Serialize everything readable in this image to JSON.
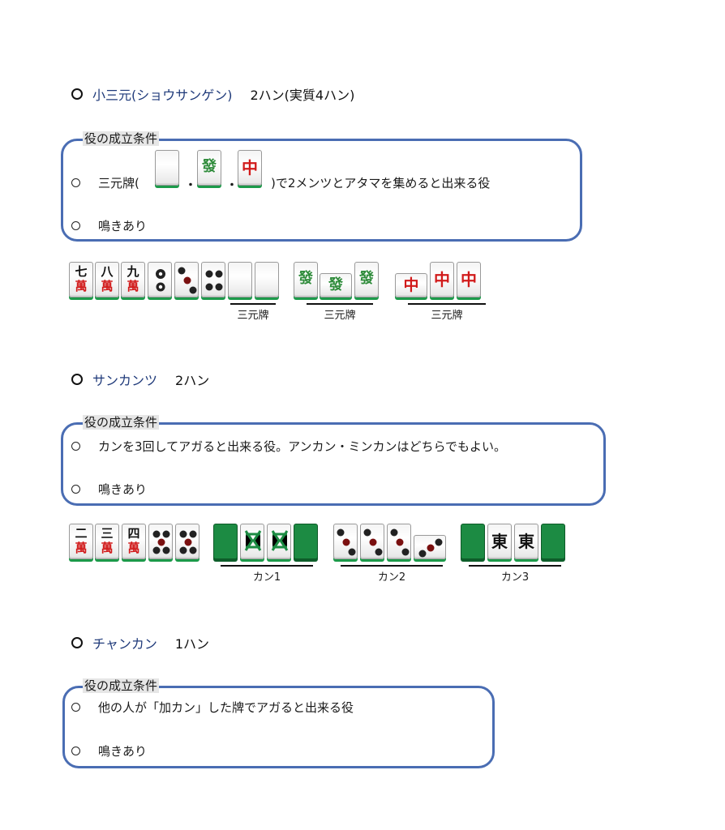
{
  "sections": [
    {
      "name": "小三元(ショウサンゲン)",
      "han": "2ハン(実質4ハン)",
      "cond_title": "役の成立条件",
      "cond_line1_prefix": "三元牌(",
      "cond_line1_suffix": ")で2メンツとアタマを集めると出来る役",
      "cond_line2": "鳴きあり",
      "labels": [
        "三元牌",
        "三元牌",
        "三元牌"
      ]
    },
    {
      "name": "サンカンツ",
      "han": "2ハン",
      "cond_title": "役の成立条件",
      "cond_line1": "カンを3回してアガると出来る役。アンカン・ミンカンはどちらでもよい。",
      "cond_line2": "鳴きあり",
      "labels": [
        "カン1",
        "カン2",
        "カン3"
      ]
    },
    {
      "name": "チャンカン",
      "han": "1ハン",
      "cond_title": "役の成立条件",
      "cond_line1": "他の人が「加カン」した牌でアガると出来る役",
      "cond_line2": "鳴きあり"
    }
  ],
  "tiles": {
    "wan_char": "萬",
    "seven": "七",
    "eight": "八",
    "nine": "九",
    "two": "二",
    "three": "三",
    "four": "四",
    "hatsu": "發",
    "chun": "中",
    "east": "東"
  },
  "colors": {
    "heading_name": "#1f3a7a",
    "box_border": "#4a6db3",
    "tile_green": "#1c9a4a",
    "chun_red": "#d11a1a",
    "hatsu_green": "#2e8b3a"
  }
}
